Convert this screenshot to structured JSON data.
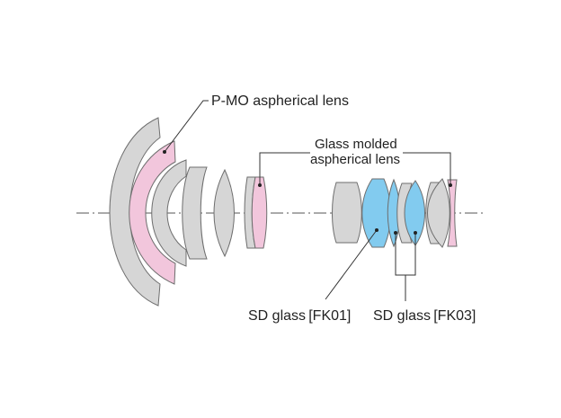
{
  "labels": {
    "pmo": "P-MO aspherical lens",
    "glass_molded_line1": "Glass molded",
    "glass_molded_line2": "aspherical lens",
    "sd_fk01": "SD glass [FK01]",
    "sd_fk03": "SD glass [FK03]"
  },
  "colors": {
    "gray_glass": "#d6d6d6",
    "pink_aspherical": "#f2c6dc",
    "blue_sd_glass": "#82cbef",
    "outline": "#6e6e6e",
    "axis": "#555555",
    "leader": "#333333"
  }
}
